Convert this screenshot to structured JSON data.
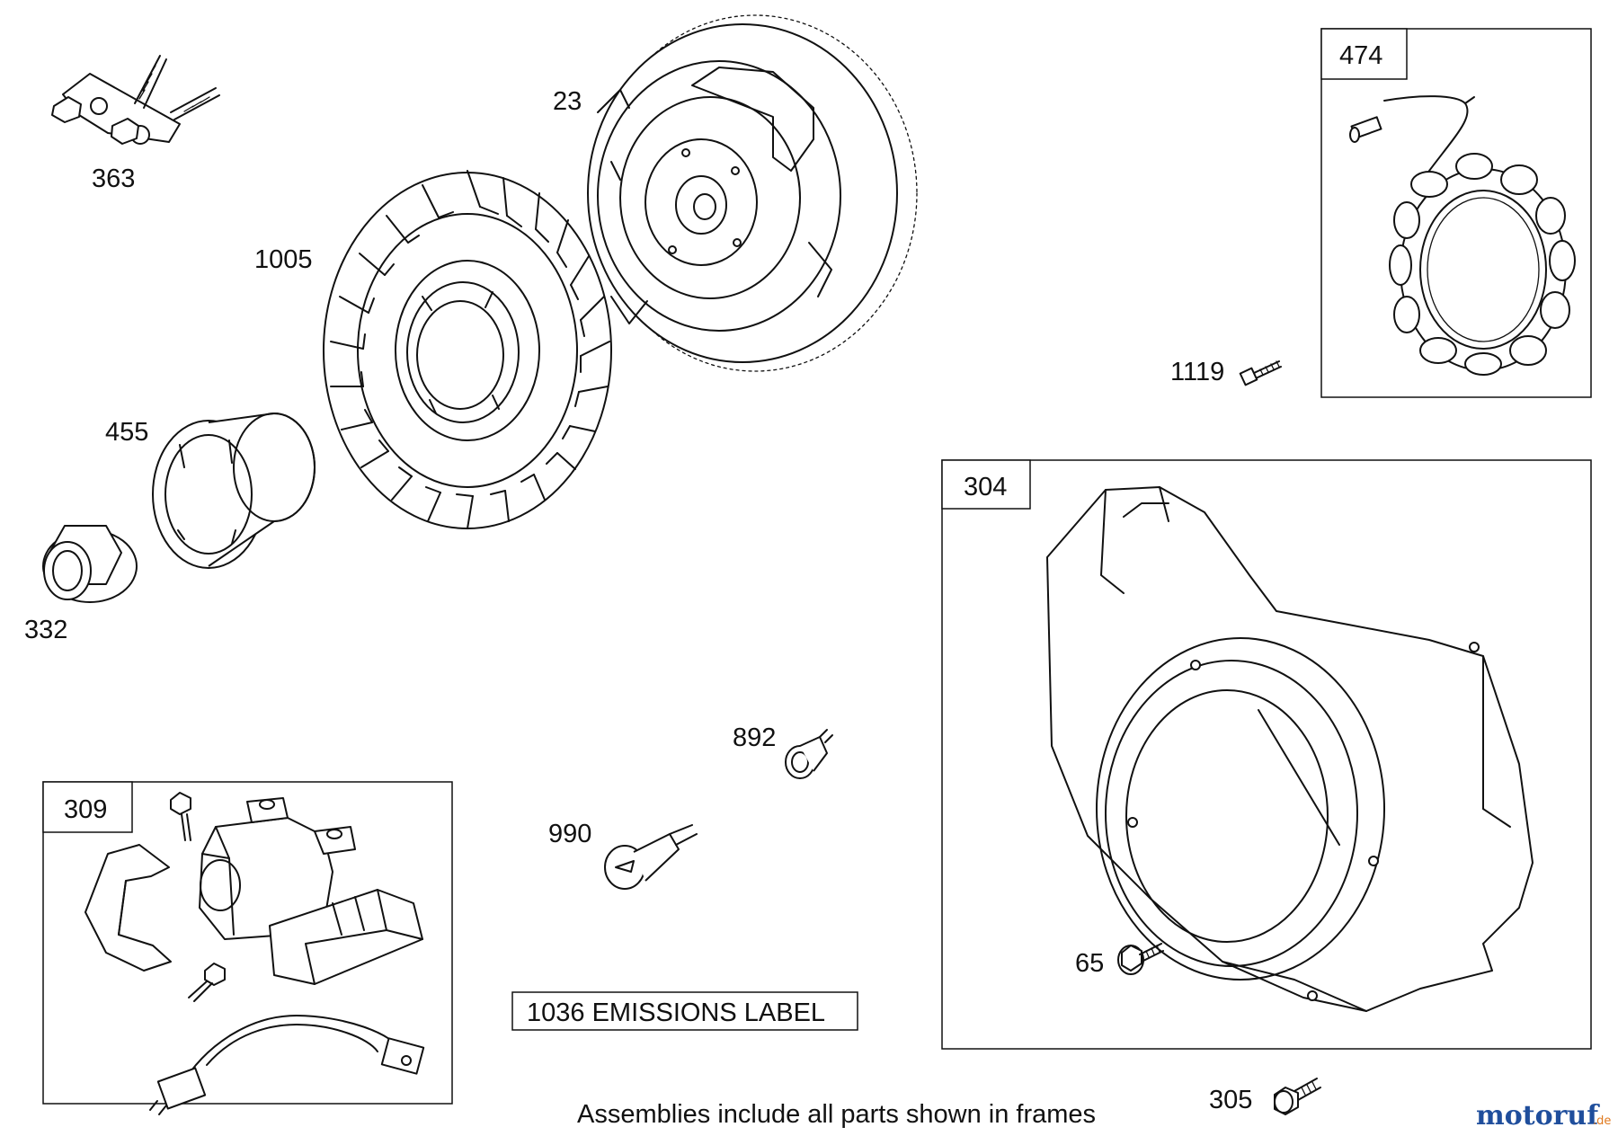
{
  "parts": {
    "p363": "363",
    "p23": "23",
    "p1005": "1005",
    "p455": "455",
    "p332": "332",
    "p474": "474",
    "p1119": "1119",
    "p304": "304",
    "p892": "892",
    "p990": "990",
    "p309": "309",
    "p65": "65",
    "p305": "305"
  },
  "emissions_label": "1036 EMISSIONS LABEL",
  "footer_note": "Assemblies include all parts shown in frames",
  "watermark": {
    "brand": "motoruf",
    "tld": ".de",
    "color_blue": "#1f4e9c",
    "color_orange": "#e07a1f"
  }
}
